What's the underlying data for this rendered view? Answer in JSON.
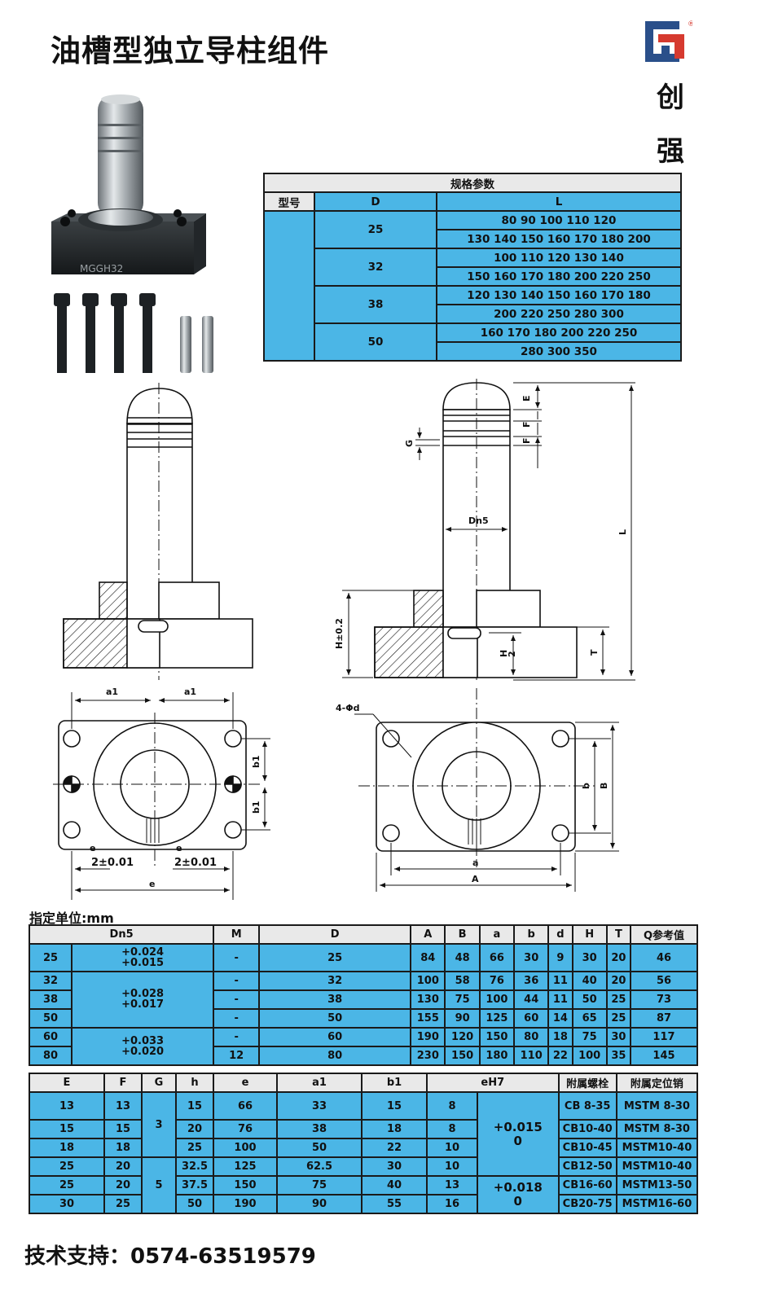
{
  "title": "油槽型独立导柱组件",
  "brand": {
    "char1": "创",
    "char2": "强",
    "registered": "®"
  },
  "product_marking": "MGGH32",
  "spec_table": {
    "caption": "规格参数",
    "headers": {
      "model": "型号",
      "d": "D",
      "l": "L"
    },
    "rows": [
      {
        "d": "25",
        "l": [
          "80 90 100 110 120",
          "130 140 150 160 170 180 200"
        ]
      },
      {
        "d": "32",
        "l": [
          "100 110 120 130 140",
          "150 160 170 180 200 220 250"
        ]
      },
      {
        "d": "38",
        "l": [
          "120 130 140 150 160 170 180",
          "200 220 250 280 300"
        ]
      },
      {
        "d": "50",
        "l": [
          "160 170 180 200 220 250",
          "280 300 350"
        ]
      }
    ]
  },
  "drawing_labels": {
    "e_top": "E",
    "f1": "F",
    "f2": "F",
    "g": "G",
    "dn5": "Dn5",
    "l": "L",
    "h": "H±0.2",
    "h_half_top": "H",
    "h_half_bottom": "2",
    "t": "T",
    "a1_left": "a1",
    "a1_right": "a1",
    "b1_top": "b1",
    "b1_bottom": "b1",
    "e_small_left": "e",
    "tol_left": "2±0.01",
    "e_small_right": "e",
    "tol_right": "2±0.01",
    "e_bottom": "e",
    "hole": "4-Φd",
    "b_small": "b",
    "b_big": "B",
    "a_small": "a",
    "a_big": "A"
  },
  "units_label": "指定单位:mm",
  "dim_table_1": {
    "headers": [
      "Dn5",
      "M",
      "D",
      "A",
      "B",
      "a",
      "b",
      "d",
      "H",
      "T",
      "Q参考值"
    ],
    "tolerances": [
      {
        "upper": "+0.024",
        "lower": "+0.015"
      },
      {
        "upper": "+0.028",
        "lower": "+0.017"
      },
      {
        "upper": "+0.033",
        "lower": "+0.020"
      }
    ],
    "rows": [
      {
        "dn5": "25",
        "m": "-",
        "d": "25",
        "A": "84",
        "B": "48",
        "a": "66",
        "b": "30",
        "dd": "9",
        "H": "30",
        "T": "20",
        "Q": "46"
      },
      {
        "dn5": "32",
        "m": "-",
        "d": "32",
        "A": "100",
        "B": "58",
        "a": "76",
        "b": "36",
        "dd": "11",
        "H": "40",
        "T": "20",
        "Q": "56"
      },
      {
        "dn5": "38",
        "m": "-",
        "d": "38",
        "A": "130",
        "B": "75",
        "a": "100",
        "b": "44",
        "dd": "11",
        "H": "50",
        "T": "25",
        "Q": "73"
      },
      {
        "dn5": "50",
        "m": "-",
        "d": "50",
        "A": "155",
        "B": "90",
        "a": "125",
        "b": "60",
        "dd": "14",
        "H": "65",
        "T": "25",
        "Q": "87"
      },
      {
        "dn5": "60",
        "m": "-",
        "d": "60",
        "A": "190",
        "B": "120",
        "a": "150",
        "b": "80",
        "dd": "18",
        "H": "75",
        "T": "30",
        "Q": "117"
      },
      {
        "dn5": "80",
        "m": "12",
        "d": "80",
        "A": "230",
        "B": "150",
        "a": "180",
        "b": "110",
        "dd": "22",
        "H": "100",
        "T": "35",
        "Q": "145"
      }
    ]
  },
  "dim_table_2": {
    "headers": [
      "E",
      "F",
      "G",
      "h",
      "e",
      "a1",
      "b1",
      "eH7",
      "附属螺栓",
      "附属定位销"
    ],
    "g_values": [
      "3",
      "5"
    ],
    "eh7": [
      {
        "upper": "+0.015",
        "lower": "0"
      },
      {
        "upper": "+0.018",
        "lower": "0"
      }
    ],
    "rows": [
      {
        "E": "13",
        "F": "13",
        "h": "15",
        "e": "66",
        "a1": "33",
        "b1": "15",
        "eh": "8",
        "bolt": "CB 8-35",
        "pin": "MSTM 8-30"
      },
      {
        "E": "15",
        "F": "15",
        "h": "20",
        "e": "76",
        "a1": "38",
        "b1": "18",
        "eh": "8",
        "bolt": "CB10-40",
        "pin": "MSTM 8-30"
      },
      {
        "E": "18",
        "F": "18",
        "h": "25",
        "e": "100",
        "a1": "50",
        "b1": "22",
        "eh": "10",
        "bolt": "CB10-45",
        "pin": "MSTM10-40"
      },
      {
        "E": "25",
        "F": "20",
        "h": "32.5",
        "e": "125",
        "a1": "62.5",
        "b1": "30",
        "eh": "10",
        "bolt": "CB12-50",
        "pin": "MSTM10-40"
      },
      {
        "E": "25",
        "F": "20",
        "h": "37.5",
        "e": "150",
        "a1": "75",
        "b1": "40",
        "eh": "13",
        "bolt": "CB16-60",
        "pin": "MSTM13-50"
      },
      {
        "E": "30",
        "F": "25",
        "h": "50",
        "e": "190",
        "a1": "90",
        "b1": "55",
        "eh": "16",
        "bolt": "CB20-75",
        "pin": "MSTM16-60"
      }
    ]
  },
  "support": "技术支持：0574-63519579",
  "colors": {
    "table_blue": "#4bb6e6",
    "header_gray": "#e9e9e9",
    "logo_blue": "#2a4f8a",
    "logo_red": "#d63a2f"
  }
}
